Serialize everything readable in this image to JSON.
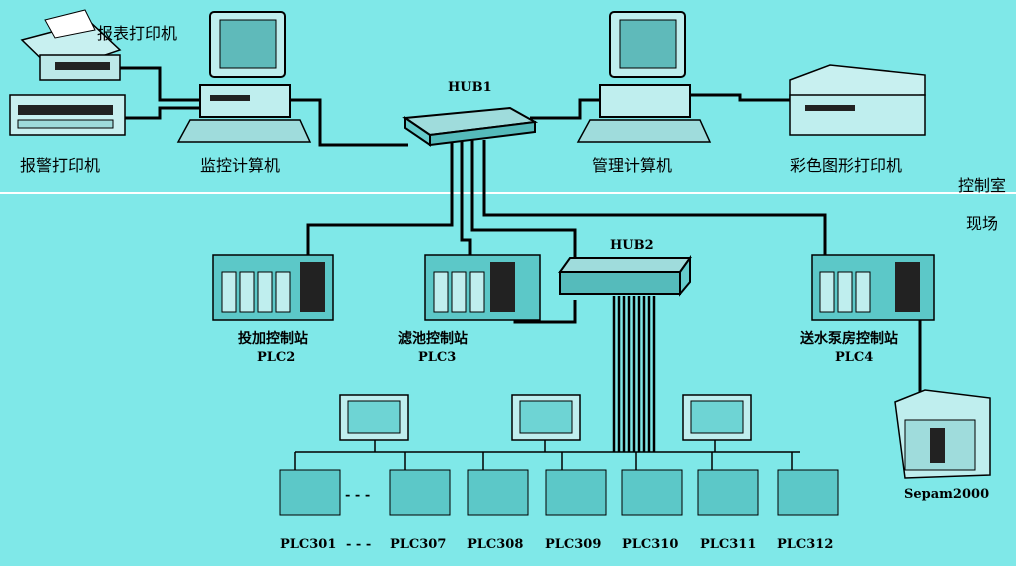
{
  "zones": {
    "control_room": "控制室",
    "field": "现场"
  },
  "devices": {
    "report_printer": "报表打印机",
    "alarm_printer": "报警打印机",
    "monitor_pc": "监控计算机",
    "hub1": "HUB1",
    "mgmt_pc": "管理计算机",
    "color_printer": "彩色图形打印机",
    "hub2": "HUB2"
  },
  "stations": [
    {
      "name": "投加控制站",
      "plc": "PLC2"
    },
    {
      "name": "滤池控制站",
      "plc": "PLC3"
    },
    {
      "name": "送水泵房控制站",
      "plc": "PLC4"
    }
  ],
  "field_plcs": [
    "PLC301",
    "- - -",
    "PLC307",
    "PLC308",
    "PLC309",
    "PLC310",
    "PLC311",
    "PLC312"
  ],
  "dots": "- - -",
  "sepam": "Sepam2000",
  "colors": {
    "background": "#7fe8e8",
    "line": "#000000",
    "divider": "#ffffff",
    "device": "#5cc8c8"
  }
}
